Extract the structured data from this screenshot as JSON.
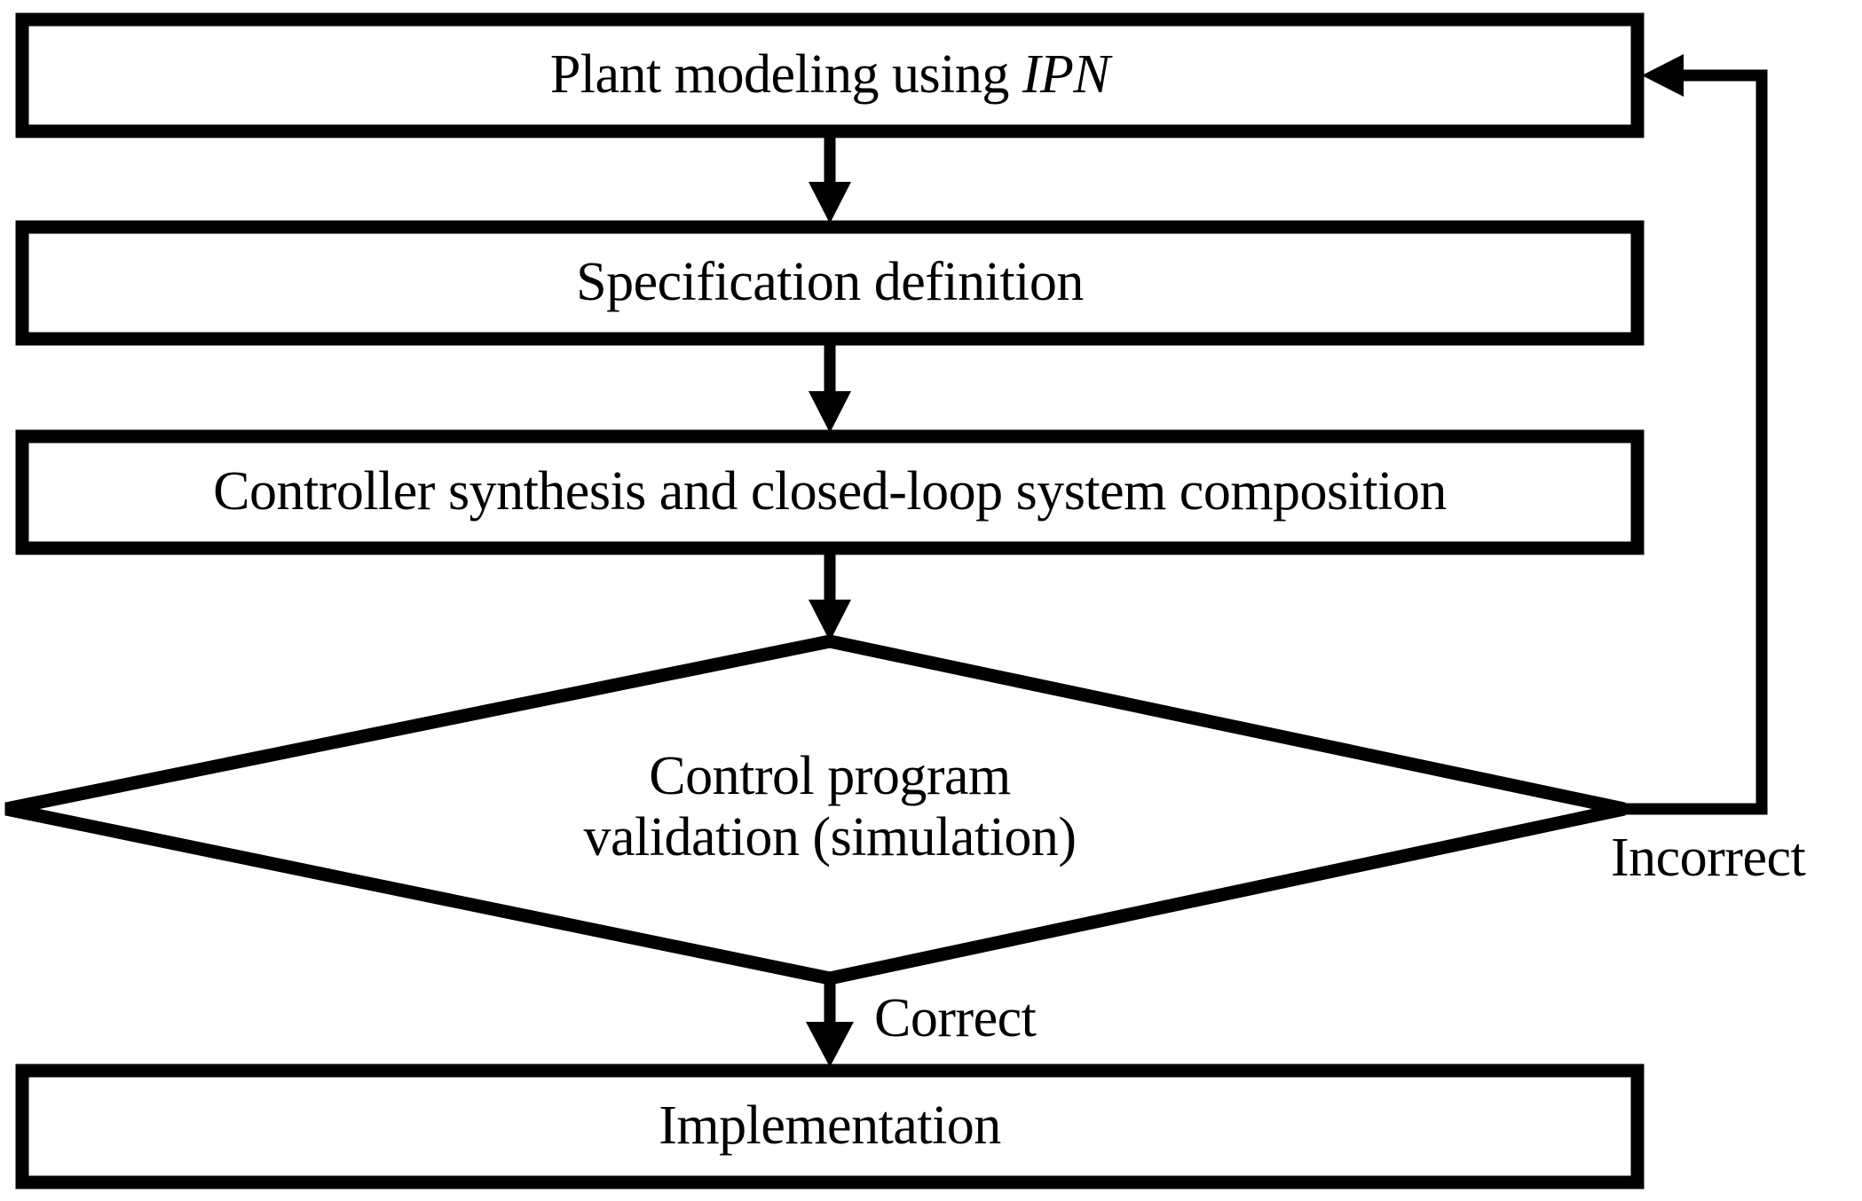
{
  "diagram": {
    "type": "flowchart",
    "title": "Control program design and validation workflow",
    "background_color": "#ffffff",
    "stroke_color": "#000000",
    "text_color": "#000000"
  },
  "nodes": {
    "plant_modeling": {
      "shape": "process-box",
      "text_plain": "Plant modeling using IPN",
      "text_prefix": "Plant modeling using ",
      "text_italic": "IPN"
    },
    "specification": {
      "shape": "process-box",
      "text": "Specification definition"
    },
    "controller_synthesis": {
      "shape": "process-box",
      "text": "Controller synthesis and closed-loop system composition"
    },
    "validation": {
      "shape": "decision-diamond",
      "line1": "Control program",
      "line2": "validation (simulation)"
    },
    "implementation": {
      "shape": "process-box",
      "text": "Implementation"
    }
  },
  "edge_labels": {
    "incorrect": "Incorrect",
    "correct": "Correct"
  }
}
